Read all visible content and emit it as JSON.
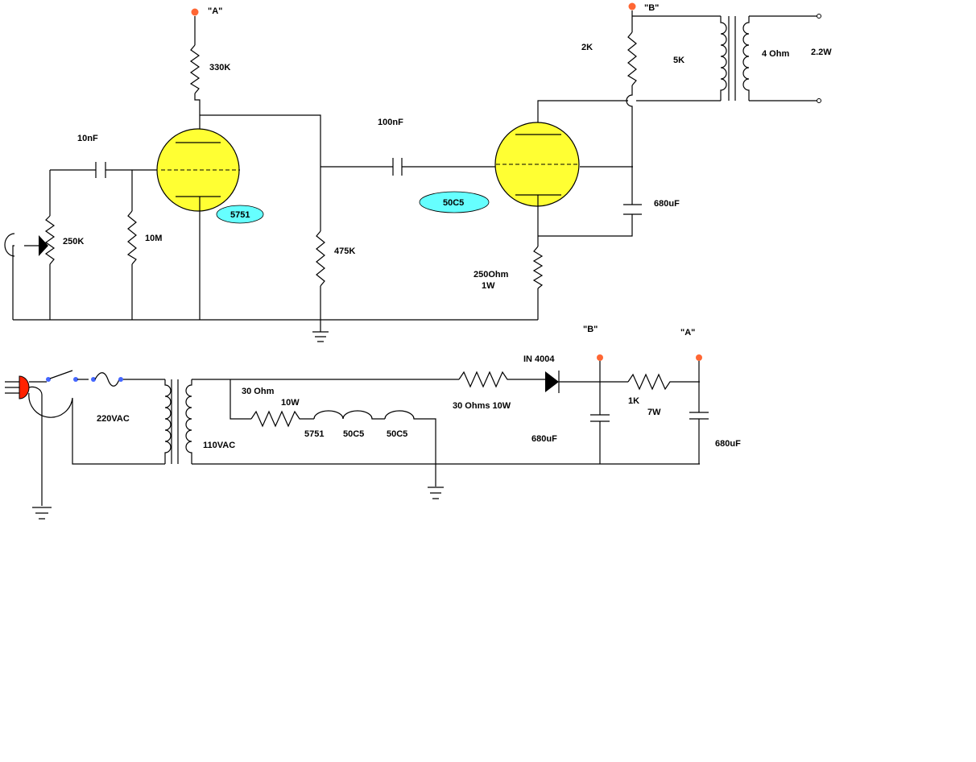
{
  "colors": {
    "wire": "#000000",
    "tube_fill": "#ffff33",
    "tube_tag_fill": "#66ffff",
    "terminal_dot": "#ff6633",
    "plug": "#ff2200",
    "switch_contact": "#4466ff",
    "background": "#ffffff"
  },
  "amplifier": {
    "node_a": "\"A\"",
    "node_b": "\"B\"",
    "r_plate_v1": "330K",
    "c_input": "10nF",
    "pot": "250K",
    "r_grid": "10M",
    "r_load": "475K",
    "c_coupling": "100nF",
    "tube_v1": "5751",
    "tube_v2": "50C5",
    "r_screen": "2K",
    "xfmr_primary": "5K",
    "xfmr_secondary": "4 Ohm",
    "power_out": "2.2W",
    "c_cathode": "680uF",
    "r_cathode": "250Ohm",
    "r_cathode_power": "1W"
  },
  "power_supply": {
    "primary_voltage": "220VAC",
    "secondary_voltage": "110VAC",
    "r_heater": "30 Ohm",
    "r_heater_power": "10W",
    "heater_1": "5751",
    "heater_2": "50C5",
    "heater_3": "50C5",
    "r_dropper": "30 Ohms 10W",
    "diode": "IN 4004",
    "node_b": "\"B\"",
    "node_a": "\"A\"",
    "r_filter": "1K",
    "r_filter_power": "7W",
    "c_filter_1": "680uF",
    "c_filter_2": "680uF"
  }
}
